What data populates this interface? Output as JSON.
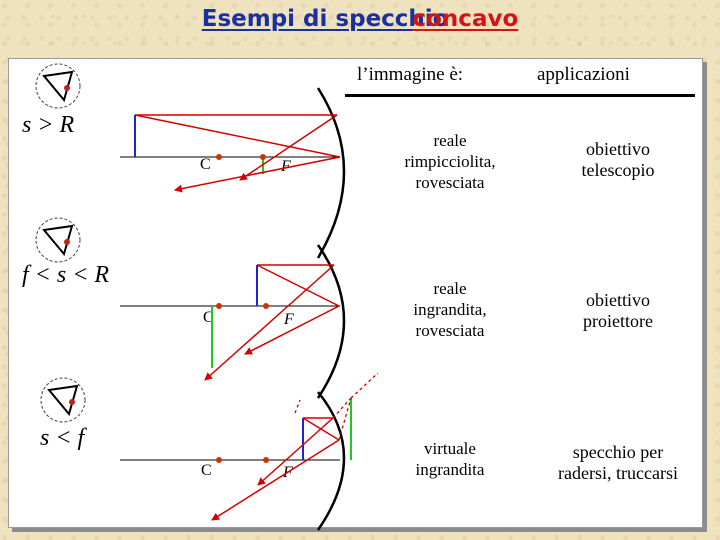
{
  "title": {
    "part1": "Esempi di specchio",
    "part2": "concavo"
  },
  "table": {
    "header_image": "l’immagine è:",
    "header_apps": "applicazioni",
    "rows": [
      {
        "case": "s > R",
        "image": [
          "reale",
          "rimpicciolita,",
          "rovesciata"
        ],
        "apps": [
          "obiettivo",
          "telescopio"
        ]
      },
      {
        "case": "f < s < R",
        "image": [
          "reale",
          "ingrandita,",
          "rovesciata"
        ],
        "apps": [
          "obiettivo",
          "proiettore"
        ]
      },
      {
        "case": "s < f",
        "image": [
          "virtuale",
          "ingrandita"
        ],
        "apps": [
          "specchio per",
          "radersi, truccarsi"
        ]
      }
    ]
  },
  "labels": {
    "C": "C",
    "F": "F"
  },
  "colors": {
    "title": "#1c2fa0",
    "title_accent": "#d41414",
    "object": "#2323c8",
    "image": "#22c822",
    "ray": "#d40000",
    "point": "#cc3300"
  }
}
